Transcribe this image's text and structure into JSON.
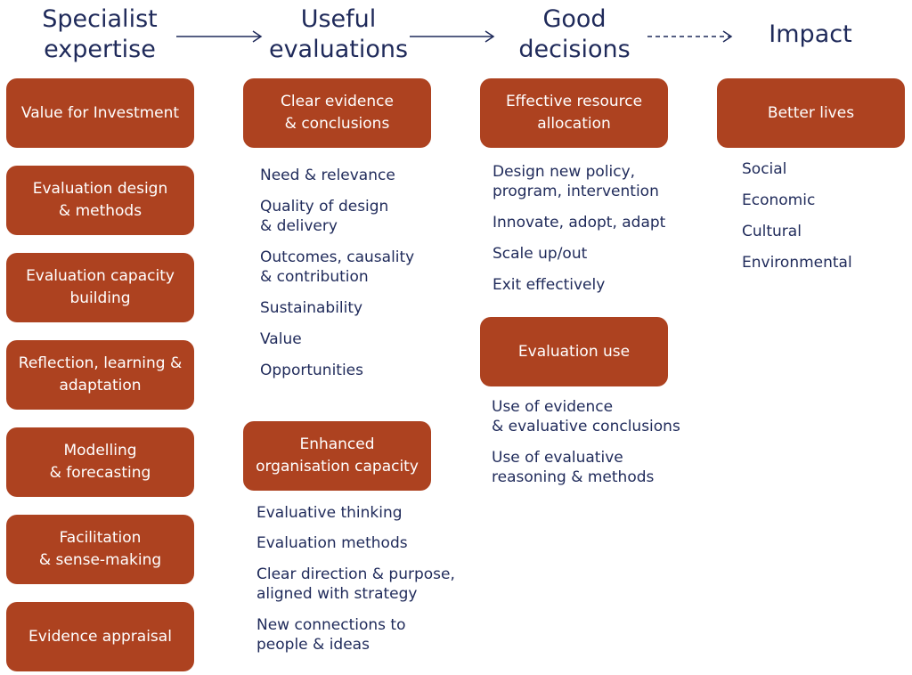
{
  "headers": {
    "specialist": "Specialist\nexpertise",
    "useful": "Useful\nevaluations",
    "good": "Good\ndecisions",
    "impact": "Impact"
  },
  "expertise": [
    "Value for Investment",
    "Evaluation design\n& methods",
    "Evaluation capacity\nbuilding",
    "Reflection, learning &\nadaptation",
    "Modelling\n& forecasting",
    "Facilitation\n& sense-making",
    "Evidence appraisal"
  ],
  "useful": {
    "box1": "Clear evidence\n& conclusions",
    "items1": [
      "Need & relevance",
      "Quality of design\n& delivery",
      "Outcomes, causality\n& contribution",
      "Sustainability",
      "Value",
      "Opportunities"
    ],
    "box2": "Enhanced\norganisation capacity",
    "items2": [
      "Evaluative thinking",
      "Evaluation methods",
      "Clear direction & purpose,\naligned with strategy",
      "New connections to\npeople & ideas"
    ]
  },
  "decisions": {
    "box1": "Effective resource\nallocation",
    "items1": [
      "Design new policy,\nprogram, intervention",
      "Innovate, adopt, adapt",
      "Scale up/out",
      "Exit effectively"
    ],
    "box2": "Evaluation use",
    "items2": [
      "Use of evidence\n& evaluative conclusions",
      "Use of evaluative\nreasoning & methods"
    ]
  },
  "impact": {
    "box": "Better lives",
    "items": [
      "Social",
      "Economic",
      "Cultural",
      "Environmental"
    ]
  },
  "colors": {
    "box": "#ad4220",
    "text": "#1f2a5a"
  }
}
